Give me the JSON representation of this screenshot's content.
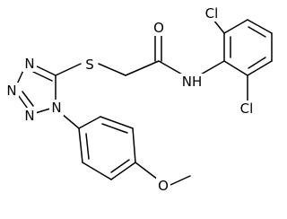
{
  "molecule": {
    "atoms": {
      "S": "S",
      "O_carbonyl": "O",
      "NH": "NH",
      "Cl_top": "Cl",
      "Cl_bottom": "Cl",
      "N_tz_top": "N",
      "N_tz_upper": "N",
      "N_tz_lower": "N",
      "N_tz_sub": "N",
      "O_methoxy": "O"
    }
  }
}
